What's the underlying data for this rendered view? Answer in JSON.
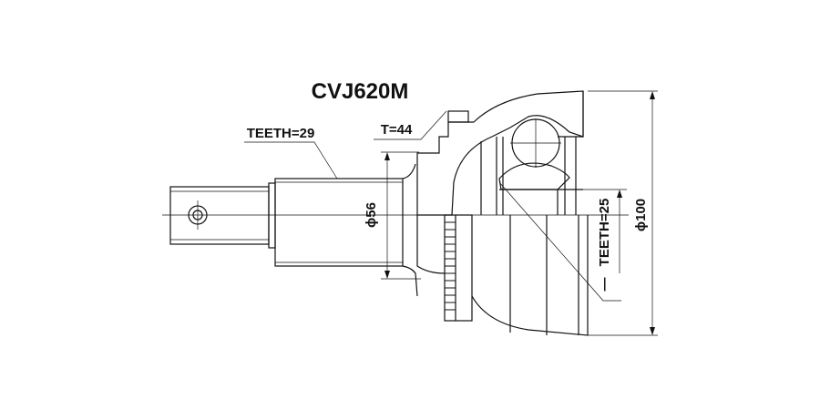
{
  "title": "CVJ620M",
  "labels": {
    "outer_teeth": "TEETH=29",
    "abs_teeth": "T=44",
    "inner_teeth": "TEETH=25",
    "shaft_diameter": "ϕ56",
    "body_diameter": "ϕ100",
    "dash_mark": "—"
  },
  "colors": {
    "line": "#111111",
    "background": "#ffffff"
  }
}
